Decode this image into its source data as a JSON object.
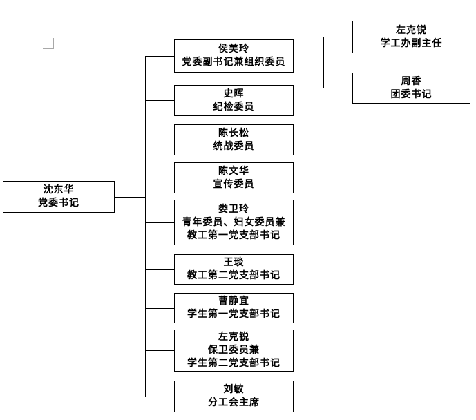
{
  "org_chart": {
    "root": {
      "name": "沈东华",
      "title": "党委书记"
    },
    "branches": [
      {
        "name": "侯美玲",
        "title": "党委副书记兼组织委员"
      },
      {
        "name": "史晖",
        "title": "纪检委员"
      },
      {
        "name": "陈长松",
        "title": "统战委员"
      },
      {
        "name": "陈文华",
        "title": "宣传委员"
      },
      {
        "name": "娄卫玲",
        "title": "青年委员、妇女委员兼\n教工第一党支部书记"
      },
      {
        "name": "王琰",
        "title": "教工第二党支部书记"
      },
      {
        "name": "曹静宜",
        "title": "学生第一党支部书记"
      },
      {
        "name": "左克锐",
        "title": "保卫委员兼\n学生第二党支部书记"
      },
      {
        "name": "刘敏",
        "title": "分工会主席"
      }
    ],
    "sub_branches": [
      {
        "name": "左克锐",
        "title": "学工办副主任",
        "parent": "侯美玲"
      },
      {
        "name": "周香",
        "title": "团委书记",
        "parent": "侯美玲"
      }
    ],
    "colors": {
      "line": "#000000",
      "box_border": "#000000",
      "box_bg": "#ffffff",
      "page_bg": "#ffffff",
      "margin_mark": "#a8a8a8"
    }
  }
}
